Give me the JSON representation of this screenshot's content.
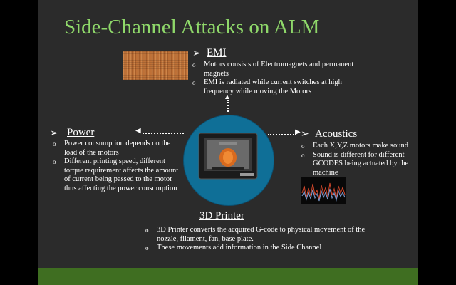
{
  "title": "Side-Channel Attacks on ALM",
  "emi": {
    "heading": "EMI",
    "bullets": [
      "Motors consists of Electromagnets and permanent magnets",
      "EMI is radiated while current switches at high frequency while moving the Motors"
    ]
  },
  "power": {
    "heading": "Power",
    "bullets": [
      "Power consumption depends on the load of the motors",
      "Different printing speed, different torque requirement affects the amount of current being passed to the motor thus affecting the power consumption"
    ]
  },
  "acoustics": {
    "heading": "Acoustics",
    "bullets": [
      "Each X,Y,Z motors make sound",
      "Sound is different for different GCODES being actuated by the machine"
    ]
  },
  "printer": {
    "heading": "3D Printer",
    "bullets": [
      "3D Printer converts the acquired G-code to physical movement of the nozzle, filament, fan, base plate.",
      "These movements add information in the Side Channel"
    ]
  },
  "colors": {
    "title": "#8fd86a",
    "footer": "#3f6e21",
    "circle": "#0f6f97",
    "background": "#2b2b2b"
  },
  "icons": [
    "arrow-bullet-icon",
    "printer-image",
    "waveform-image",
    "emi-texture-image"
  ]
}
